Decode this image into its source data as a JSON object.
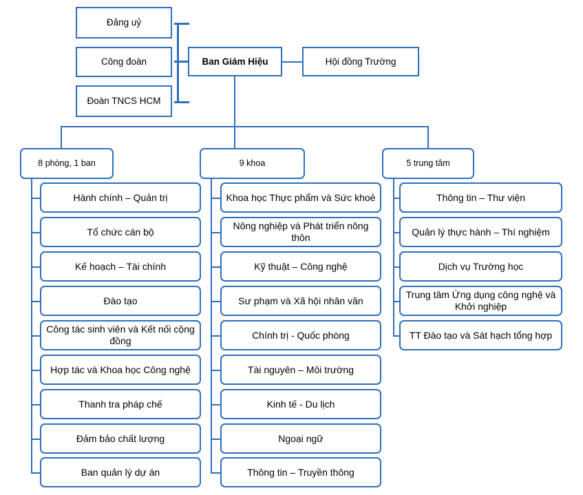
{
  "diagram": {
    "title": "University organizational structure chart",
    "accent_color": "#2E6EBD",
    "background_color": "#FFFFFF"
  },
  "top": {
    "center": "Ban Giám Hiệu",
    "right": "Hội đồng Trường",
    "left_units": [
      "Đảng uỷ",
      "Công đoàn",
      "Đoàn TNCS HCM"
    ]
  },
  "groups": [
    {
      "header": "8 phòng, 1 ban",
      "items": [
        "Hành chính – Quản trị",
        "Tổ chức cán bộ",
        "Kế hoạch – Tài chính",
        "Đào tạo",
        "Công tác sinh viên và Kết nối cộng đồng",
        "Hợp tác và Khoa học Công nghệ",
        "Thanh tra pháp chế",
        "Đảm bảo chất lượng",
        "Ban quản lý dự án"
      ]
    },
    {
      "header": "9 khoa",
      "items": [
        "Khoa học Thực phẩm và Sức khoẻ",
        "Nông nghiệp và Phát triển nông thôn",
        "Kỹ thuật – Công nghệ",
        "Sư phạm và Xã hội nhân văn",
        "Chính trị - Quốc phòng",
        "Tài nguyên – Môi trường",
        "Kinh tế - Du lịch",
        "Ngoại ngữ",
        "Thông tin – Truyền thông"
      ]
    },
    {
      "header": "5 trung tâm",
      "items": [
        "Thông tin – Thư viện",
        "Quản lý thực hành – Thí nghiệm",
        "Dịch vụ Trường học",
        "Trung tâm Ứng dụng công nghệ và Khởi nghiệp",
        "TT Đào tạo và Sát hạch tổng hợp"
      ]
    }
  ]
}
